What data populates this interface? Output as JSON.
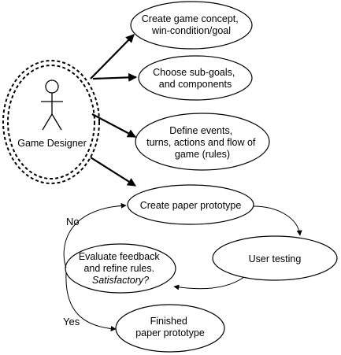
{
  "actor": {
    "label": "Game Designer",
    "icon": "stick-figure-icon"
  },
  "nodes": {
    "concept": {
      "lines": [
        "Create game concept,",
        "win-condition/goal"
      ]
    },
    "subgoals": {
      "lines": [
        "Choose sub-goals,",
        "and components"
      ]
    },
    "events": {
      "lines": [
        "Define events,",
        "turns, actions and flow of",
        "game (rules)"
      ]
    },
    "prototype": {
      "lines": [
        "Create paper prototype"
      ]
    },
    "testing": {
      "lines": [
        "User testing"
      ]
    },
    "evaluate": {
      "lines": [
        "Evaluate feedback",
        "and refine rules.",
        "Satisfactory?"
      ]
    },
    "finished": {
      "lines": [
        "Finished",
        "paper prototype"
      ]
    }
  },
  "edge_labels": {
    "no": "No",
    "yes": "Yes"
  },
  "colors": {
    "stroke": "#000000",
    "background": "#ffffff"
  }
}
